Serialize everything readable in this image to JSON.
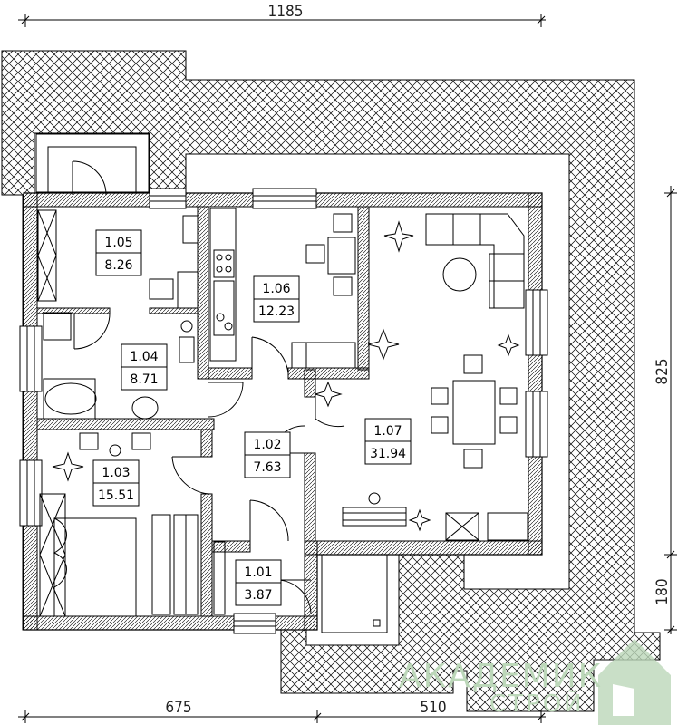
{
  "dimensions": {
    "total_width": "1185",
    "depth": "825",
    "porch_depth": "180",
    "left_width": "675",
    "right_width": "510"
  },
  "rooms": [
    {
      "number": "1.01",
      "area": "3.87"
    },
    {
      "number": "1.02",
      "area": "7.63"
    },
    {
      "number": "1.03",
      "area": "15.51"
    },
    {
      "number": "1.04",
      "area": "8.71"
    },
    {
      "number": "1.05",
      "area": "8.26"
    },
    {
      "number": "1.06",
      "area": "12.23"
    },
    {
      "number": "1.07",
      "area": "31.94"
    }
  ],
  "watermark": {
    "line1": "АКАДЕМИК",
    "line2": "СТРОЙ",
    "color": "#bcd7b9"
  },
  "colors": {
    "line": "#000000",
    "wall_hatch": "#000000",
    "roof_hatch": "#000000"
  }
}
